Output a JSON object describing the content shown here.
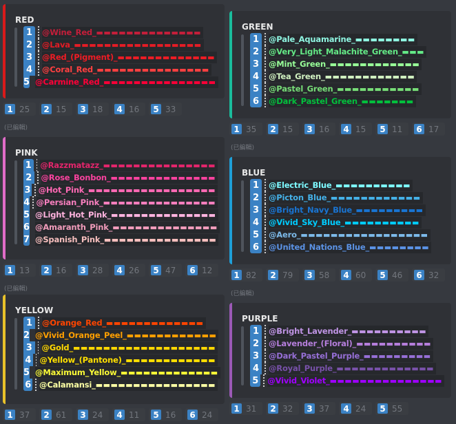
{
  "edited_label": "(已編輯)",
  "bar_glyph": "▬",
  "groups": {
    "red": {
      "title": "RED",
      "accent": "#d91a1a",
      "items": [
        {
          "n": "1",
          "label": "@Wine_Red_",
          "color": "#c41e3a",
          "bars": "▬▬▬▬▬▬▬▬▬▬▬▬▬▬"
        },
        {
          "n": "2",
          "label": "@Lava_",
          "color": "#e31c25",
          "bars": "▬▬▬▬▬▬▬▬▬▬▬▬▬▬▬▬▬"
        },
        {
          "n": "3",
          "label": "@Red_(Pigment)_",
          "color": "#ed1c24",
          "bars": "▬▬▬▬▬▬▬▬▬▬▬▬▬"
        },
        {
          "n": "4",
          "label": "@Coral_Red_",
          "color": "#ff4040",
          "bars": "▬▬▬▬▬▬▬▬▬▬▬▬▬▬▬"
        },
        {
          "n": "5",
          "label": "@Carmine_Red_",
          "color": "#ff0038",
          "bars": "▬▬▬▬▬▬▬▬▬▬▬▬▬▬▬"
        }
      ],
      "counts": [
        {
          "n": "1",
          "count": "25"
        },
        {
          "n": "2",
          "count": "15"
        },
        {
          "n": "3",
          "count": "18"
        },
        {
          "n": "4",
          "count": "16"
        },
        {
          "n": "5",
          "count": "33"
        }
      ]
    },
    "pink": {
      "title": "PINK",
      "accent": "#e06cc8",
      "items": [
        {
          "n": "1",
          "label": "@Razzmatazz_",
          "color": "#e3256b",
          "bars": "▬▬▬▬▬▬▬▬▬▬▬▬▬▬▬"
        },
        {
          "n": "2",
          "label": "@Rose_Bonbon_",
          "color": "#f9429e",
          "bars": "▬▬▬▬▬▬▬▬▬▬▬▬▬▬"
        },
        {
          "n": "3",
          "label": "@Hot_Pink_",
          "color": "#ff69b4",
          "bars": "▬▬▬▬▬▬▬▬▬▬▬▬▬▬▬▬▬"
        },
        {
          "n": "4",
          "label": "@Persian_Pink_",
          "color": "#f77fbe",
          "bars": "▬▬▬▬▬▬▬▬▬▬▬▬▬▬▬"
        },
        {
          "n": "5",
          "label": "@Light_Hot_Pink_",
          "color": "#ffb3de",
          "bars": "▬▬▬▬▬▬▬▬▬▬▬▬▬▬"
        },
        {
          "n": "6",
          "label": "@Amaranth_Pink_",
          "color": "#f19cbb",
          "bars": "▬▬▬▬▬▬▬▬▬▬▬▬▬▬"
        },
        {
          "n": "7",
          "label": "@Spanish_Pink_",
          "color": "#f7bfbe",
          "bars": "▬▬▬▬▬▬▬▬▬▬▬▬▬▬▬"
        }
      ],
      "counts": [
        {
          "n": "1",
          "count": "13"
        },
        {
          "n": "2",
          "count": "16"
        },
        {
          "n": "3",
          "count": "28"
        },
        {
          "n": "4",
          "count": "26"
        },
        {
          "n": "5",
          "count": "47"
        },
        {
          "n": "6",
          "count": "12"
        }
      ]
    },
    "yellow": {
      "title": "YELLOW",
      "accent": "#e8c22a",
      "items": [
        {
          "n": "1",
          "label": "@Orange_Red_",
          "color": "#ff4500",
          "bars": "▬▬▬▬▬▬▬▬▬▬▬▬▬"
        },
        {
          "n": "2",
          "label": "@Vivid_Orange_Peel_",
          "color": "#ff9f00",
          "bars": "▬▬▬▬▬▬▬▬▬▬▬▬"
        },
        {
          "n": "3",
          "label": "@Gold_",
          "color": "#ffd700",
          "bars": "▬▬▬▬▬▬▬▬▬▬▬▬▬▬▬▬▬▬▬"
        },
        {
          "n": "4",
          "label": "@Yellow_(Pantone)_",
          "color": "#fedf00",
          "bars": "▬▬▬▬▬▬▬▬▬▬▬▬"
        },
        {
          "n": "5",
          "label": "@Maximum_Yellow_",
          "color": "#fafa37",
          "bars": "▬▬▬▬▬▬▬▬▬▬▬▬▬"
        },
        {
          "n": "6",
          "label": "@Calamansi_",
          "color": "#fcffa4",
          "bars": "▬▬▬▬▬▬▬▬▬▬▬▬▬▬▬▬"
        }
      ],
      "counts": [
        {
          "n": "1",
          "count": "37"
        },
        {
          "n": "2",
          "count": "61"
        },
        {
          "n": "3",
          "count": "24"
        },
        {
          "n": "4",
          "count": "11"
        },
        {
          "n": "5",
          "count": "16"
        },
        {
          "n": "6",
          "count": "24"
        }
      ]
    },
    "green": {
      "title": "GREEN",
      "accent": "#1abc9c",
      "items": [
        {
          "n": "1",
          "label": "@Pale_Aquamarine_",
          "color": "#8ff5e1",
          "bars": "▬▬▬▬▬▬▬▬"
        },
        {
          "n": "2",
          "label": "@Very_Light_Malachite_Green_",
          "color": "#64e986",
          "bars": "▬▬▬"
        },
        {
          "n": "3",
          "label": "@Mint_Green_",
          "color": "#98ff98",
          "bars": "▬▬▬▬▬▬▬▬▬▬▬▬"
        },
        {
          "n": "4",
          "label": "@Tea_Green_",
          "color": "#d0f0c0",
          "bars": "▬▬▬▬▬▬▬▬▬▬▬▬"
        },
        {
          "n": "5",
          "label": "@Pastel_Green_",
          "color": "#77dd77",
          "bars": "▬▬▬▬▬▬▬▬▬▬▬"
        },
        {
          "n": "6",
          "label": "@Dark_Pastel_Green_",
          "color": "#03c03c",
          "bars": "▬▬▬▬▬▬▬"
        }
      ],
      "counts": [
        {
          "n": "1",
          "count": "35"
        },
        {
          "n": "2",
          "count": "15"
        },
        {
          "n": "3",
          "count": "16"
        },
        {
          "n": "4",
          "count": "15"
        },
        {
          "n": "5",
          "count": "11"
        },
        {
          "n": "6",
          "count": "17"
        }
      ]
    },
    "blue": {
      "title": "BLUE",
      "accent": "#1e9fd8",
      "items": [
        {
          "n": "1",
          "label": "@Electric_Blue_",
          "color": "#7df9ff",
          "bars": "▬▬▬▬▬▬▬▬▬▬"
        },
        {
          "n": "2",
          "label": "@Picton_Blue_",
          "color": "#45b1e8",
          "bars": "▬▬▬▬▬▬▬▬▬▬▬▬"
        },
        {
          "n": "3",
          "label": "@Bright_Navy_Blue_",
          "color": "#1974d2",
          "bars": "▬▬▬▬▬▬▬▬▬"
        },
        {
          "n": "4",
          "label": "@Vivid_Sky_Blue_",
          "color": "#00ccff",
          "bars": "▬▬▬▬▬▬▬▬▬▬"
        },
        {
          "n": "5",
          "label": "@Aero_",
          "color": "#7cb9e8",
          "bars": "▬▬▬▬▬▬▬▬▬▬▬▬▬▬▬▬▬"
        },
        {
          "n": "6",
          "label": "@United_Nations_Blue_",
          "color": "#5b92e5",
          "bars": "▬▬▬▬▬▬▬▬"
        }
      ],
      "counts": [
        {
          "n": "1",
          "count": "82"
        },
        {
          "n": "2",
          "count": "79"
        },
        {
          "n": "3",
          "count": "58"
        },
        {
          "n": "4",
          "count": "60"
        },
        {
          "n": "5",
          "count": "46"
        },
        {
          "n": "6",
          "count": "32"
        }
      ]
    },
    "purple": {
      "title": "PURPLE",
      "accent": "#9b59b6",
      "items": [
        {
          "n": "1",
          "label": "@Bright_Lavender_",
          "color": "#bf94e4",
          "bars": "▬▬▬▬▬▬▬▬▬▬"
        },
        {
          "n": "2",
          "label": "@Lavender_(Floral)_",
          "color": "#b57edc",
          "bars": "▬▬▬▬▬▬▬▬▬▬"
        },
        {
          "n": "3",
          "label": "@Dark_Pastel_Purple_",
          "color": "#966fd6",
          "bars": "▬▬▬▬▬▬▬▬▬"
        },
        {
          "n": "4",
          "label": "@Royal_Purple_",
          "color": "#7851a9",
          "bars": "▬▬▬▬▬▬▬▬▬▬▬▬▬"
        },
        {
          "n": "5",
          "label": "@Vivid_Violet_",
          "color": "#9f00ff",
          "bars": "▬▬▬▬▬▬▬▬▬▬▬▬▬▬▬"
        }
      ],
      "counts": [
        {
          "n": "1",
          "count": "31"
        },
        {
          "n": "2",
          "count": "32"
        },
        {
          "n": "3",
          "count": "37"
        },
        {
          "n": "4",
          "count": "24"
        },
        {
          "n": "5",
          "count": "55"
        }
      ]
    }
  }
}
